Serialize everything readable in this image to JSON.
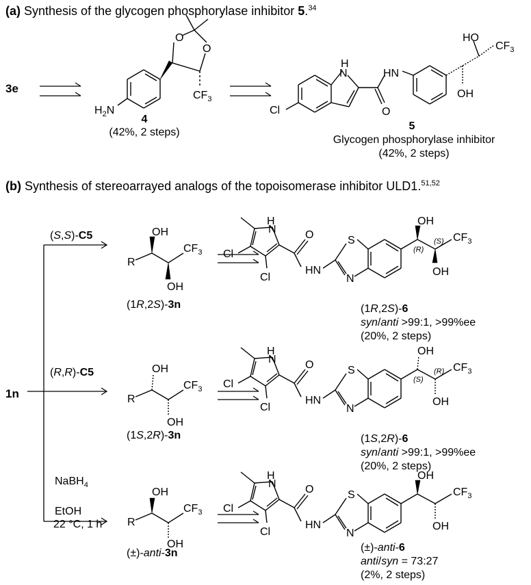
{
  "section_a": {
    "label": "(a)",
    "title": "Synthesis of the glycogen phosphorylase inhibitor",
    "title_num": "5",
    "title_ref": "34",
    "start": "3e",
    "compound4": {
      "num": "4",
      "yield": "(42%, 2 steps)"
    },
    "compound5": {
      "num": "5",
      "desc": "Glycogen phosphorylase inhibitor",
      "yield": "(42%, 2 steps)"
    }
  },
  "section_b": {
    "label": "(b)",
    "title": "Synthesis of stereoarrayed analogs of the topoisomerase inhibitor ULD1.",
    "title_ref": "51,52",
    "start": "1n",
    "rows": [
      {
        "reagent_pre": "(",
        "reagent_s1": "S",
        "reagent_mid": ",",
        "reagent_s2": "S",
        "reagent_post": ")-",
        "reagent_bold": "C5",
        "inter_pre": "(1",
        "inter_a": "R",
        "inter_mid": ",2",
        "inter_b": "S",
        "inter_post": ")-",
        "inter_bold": "3n",
        "prod_pre": "(1",
        "prod_a": "R",
        "prod_mid": ",2",
        "prod_b": "S",
        "prod_post": ")-",
        "prod_bold": "6",
        "ratio_a": "syn",
        "ratio_sep": "/",
        "ratio_b": "anti",
        "ratio_val": " >99:1, >99%ee",
        "yield": "(20%, 2 steps)",
        "stereo1": "(R)",
        "stereo2": "(S)"
      },
      {
        "reagent_pre": "(",
        "reagent_s1": "R",
        "reagent_mid": ",",
        "reagent_s2": "R",
        "reagent_post": ")-",
        "reagent_bold": "C5",
        "inter_pre": "(1",
        "inter_a": "S",
        "inter_mid": ",2",
        "inter_b": "R",
        "inter_post": ")-",
        "inter_bold": "3n",
        "prod_pre": "(1",
        "prod_a": "S",
        "prod_mid": ",2",
        "prod_b": "R",
        "prod_post": ")-",
        "prod_bold": "6",
        "ratio_a": "syn",
        "ratio_sep": "/",
        "ratio_b": "anti",
        "ratio_val": " >99:1, >99%ee",
        "yield": "(20%, 2 steps)",
        "stereo1": "(S)",
        "stereo2": "(R)"
      },
      {
        "reagent_line1": "NaBH",
        "reagent_sub": "4",
        "reagent_line2": "EtOH",
        "reagent_line3": "22 °C, 1 h",
        "inter_pre": "(±)-",
        "inter_it": "anti",
        "inter_dash": "-",
        "inter_bold": "3n",
        "prod_pre": "(±)-",
        "prod_it": "anti",
        "prod_dash": "-",
        "prod_bold": "6",
        "ratio_a": "anti",
        "ratio_sep": "/",
        "ratio_b": "syn",
        "ratio_val": " = 73:27",
        "yield": "(2%, 2 steps)"
      }
    ]
  },
  "atoms": {
    "OH": "OH",
    "HO": "HO",
    "CF3": "CF",
    "three": "3",
    "R": "R",
    "Cl": "Cl",
    "H": "H",
    "N": "N",
    "HN": "HN",
    "S": "S",
    "O": "O",
    "H2N": "H",
    "two": "2",
    "N_amine": "N"
  }
}
